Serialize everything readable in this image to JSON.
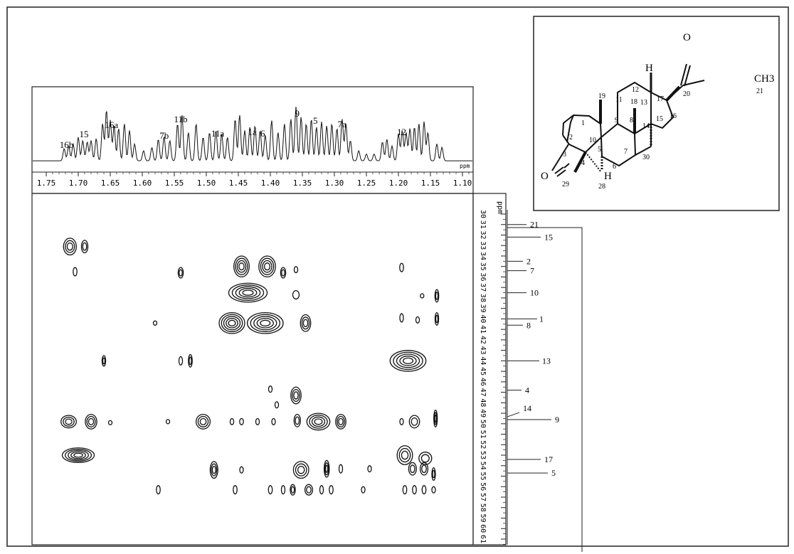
{
  "chart_data": {
    "type": "2D NMR contour (HSQC)",
    "x_axis": {
      "ticks": [
        "1.75",
        "1.70",
        "1.65",
        "1.60",
        "1.55",
        "1.50",
        "1.45",
        "1.40",
        "1.35",
        "1.30",
        "1.25",
        "1.20",
        "1.15",
        "1.10"
      ],
      "unit": "ppm",
      "range": [
        1.08,
        1.78
      ]
    },
    "y_axis": {
      "unit": "ppm",
      "ticks": [
        "30",
        "31",
        "32",
        "33",
        "34",
        "35",
        "36",
        "37",
        "38",
        "39",
        "40",
        "41",
        "42",
        "43",
        "44",
        "45",
        "46",
        "47",
        "48",
        "49",
        "50",
        "51",
        "52",
        "53",
        "54",
        "55",
        "56",
        "57",
        "58",
        "59",
        "60",
        "61"
      ],
      "range": [
        29.5,
        61.5
      ]
    },
    "proton_labels": [
      {
        "label": "16b",
        "ppm": 1.715
      },
      {
        "label": "15",
        "ppm": 1.7
      },
      {
        "label": "16a",
        "ppm": 1.648
      },
      {
        "label": "7b",
        "ppm": 1.568
      },
      {
        "label": "11b",
        "ppm": 1.54
      },
      {
        "label": "11a",
        "ppm": 1.48
      },
      {
        "label": "1a",
        "ppm": 1.428
      },
      {
        "label": "6",
        "ppm": 1.412
      },
      {
        "label": "9",
        "ppm": 1.358
      },
      {
        "label": "5",
        "ppm": 1.332
      },
      {
        "label": "7a",
        "ppm": 1.288
      },
      {
        "label": "12",
        "ppm": 1.195
      }
    ],
    "carbon_labels": [
      {
        "label": "21",
        "ppm": 31.0
      },
      {
        "label": "15",
        "ppm": 32.2
      },
      {
        "label": "2",
        "ppm": 34.5
      },
      {
        "label": "7",
        "ppm": 35.4
      },
      {
        "label": "10",
        "ppm": 37.5
      },
      {
        "label": "1",
        "ppm": 40.0
      },
      {
        "label": "8",
        "ppm": 40.6
      },
      {
        "label": "13",
        "ppm": 44.0
      },
      {
        "label": "4",
        "ppm": 46.8
      },
      {
        "label": "14",
        "ppm": 49.2
      },
      {
        "label": "9",
        "ppm": 49.6
      },
      {
        "label": "17",
        "ppm": 53.4
      },
      {
        "label": "5",
        "ppm": 54.7
      }
    ],
    "cross_peaks": [
      {
        "x": 1.713,
        "y": 33.1,
        "rx": 0.01,
        "ry": 0.8
      },
      {
        "x": 1.69,
        "y": 33.1,
        "rx": 0.005,
        "ry": 0.6
      },
      {
        "x": 1.705,
        "y": 35.5,
        "rx": 0.003,
        "ry": 0.4
      },
      {
        "x": 1.54,
        "y": 35.6,
        "rx": 0.004,
        "ry": 0.5
      },
      {
        "x": 1.445,
        "y": 35.0,
        "rx": 0.012,
        "ry": 1.0
      },
      {
        "x": 1.405,
        "y": 35.0,
        "rx": 0.013,
        "ry": 1.0
      },
      {
        "x": 1.38,
        "y": 35.6,
        "rx": 0.004,
        "ry": 0.5
      },
      {
        "x": 1.36,
        "y": 35.3,
        "rx": 0.002,
        "ry": 0.3
      },
      {
        "x": 1.195,
        "y": 35.1,
        "rx": 0.003,
        "ry": 0.4
      },
      {
        "x": 1.435,
        "y": 37.5,
        "rx": 0.03,
        "ry": 0.9
      },
      {
        "x": 1.36,
        "y": 37.7,
        "rx": 0.005,
        "ry": 0.4
      },
      {
        "x": 1.163,
        "y": 37.8,
        "rx": 0.001,
        "ry": 0.2
      },
      {
        "x": 1.14,
        "y": 37.8,
        "rx": 0.003,
        "ry": 0.6
      },
      {
        "x": 1.58,
        "y": 40.4,
        "rx": 0.001,
        "ry": 0.2
      },
      {
        "x": 1.46,
        "y": 40.4,
        "rx": 0.02,
        "ry": 1.0
      },
      {
        "x": 1.408,
        "y": 40.4,
        "rx": 0.028,
        "ry": 1.0
      },
      {
        "x": 1.345,
        "y": 40.4,
        "rx": 0.008,
        "ry": 0.8
      },
      {
        "x": 1.195,
        "y": 39.9,
        "rx": 0.002,
        "ry": 0.4
      },
      {
        "x": 1.17,
        "y": 40.1,
        "rx": 0.002,
        "ry": 0.3
      },
      {
        "x": 1.14,
        "y": 40.0,
        "rx": 0.001,
        "ry": 0.6
      },
      {
        "x": 1.66,
        "y": 44.0,
        "rx": 0.001,
        "ry": 0.5
      },
      {
        "x": 1.54,
        "y": 44.0,
        "rx": 0.001,
        "ry": 0.4
      },
      {
        "x": 1.525,
        "y": 44.0,
        "rx": 0.003,
        "ry": 0.6
      },
      {
        "x": 1.185,
        "y": 44.0,
        "rx": 0.028,
        "ry": 1.0
      },
      {
        "x": 1.4,
        "y": 46.7,
        "rx": 0.001,
        "ry": 0.3
      },
      {
        "x": 1.36,
        "y": 47.3,
        "rx": 0.008,
        "ry": 0.8
      },
      {
        "x": 1.39,
        "y": 48.2,
        "rx": 0.001,
        "ry": 0.3
      },
      {
        "x": 1.715,
        "y": 49.8,
        "rx": 0.012,
        "ry": 0.6
      },
      {
        "x": 1.68,
        "y": 49.8,
        "rx": 0.009,
        "ry": 0.7
      },
      {
        "x": 1.65,
        "y": 49.9,
        "rx": 0.001,
        "ry": 0.2
      },
      {
        "x": 1.56,
        "y": 49.8,
        "rx": 0.001,
        "ry": 0.2
      },
      {
        "x": 1.505,
        "y": 49.8,
        "rx": 0.011,
        "ry": 0.7
      },
      {
        "x": 1.46,
        "y": 49.8,
        "rx": 0.002,
        "ry": 0.3
      },
      {
        "x": 1.445,
        "y": 49.8,
        "rx": 0.003,
        "ry": 0.3
      },
      {
        "x": 1.42,
        "y": 49.8,
        "rx": 0.002,
        "ry": 0.3
      },
      {
        "x": 1.395,
        "y": 49.8,
        "rx": 0.002,
        "ry": 0.3
      },
      {
        "x": 1.358,
        "y": 49.7,
        "rx": 0.005,
        "ry": 0.6
      },
      {
        "x": 1.325,
        "y": 49.8,
        "rx": 0.018,
        "ry": 0.8
      },
      {
        "x": 1.29,
        "y": 49.8,
        "rx": 0.008,
        "ry": 0.7
      },
      {
        "x": 1.195,
        "y": 49.8,
        "rx": 0.002,
        "ry": 0.3
      },
      {
        "x": 1.175,
        "y": 49.8,
        "rx": 0.008,
        "ry": 0.6
      },
      {
        "x": 1.142,
        "y": 49.5,
        "rx": 0.002,
        "ry": 0.8
      },
      {
        "x": 1.7,
        "y": 53.0,
        "rx": 0.025,
        "ry": 0.7
      },
      {
        "x": 1.19,
        "y": 53.0,
        "rx": 0.012,
        "ry": 0.9
      },
      {
        "x": 1.158,
        "y": 53.3,
        "rx": 0.01,
        "ry": 0.6
      },
      {
        "x": 1.488,
        "y": 54.4,
        "rx": 0.006,
        "ry": 0.8
      },
      {
        "x": 1.445,
        "y": 54.4,
        "rx": 0.002,
        "ry": 0.3
      },
      {
        "x": 1.352,
        "y": 54.4,
        "rx": 0.012,
        "ry": 0.8
      },
      {
        "x": 1.312,
        "y": 54.3,
        "rx": 0.004,
        "ry": 0.8
      },
      {
        "x": 1.29,
        "y": 54.3,
        "rx": 0.001,
        "ry": 0.4
      },
      {
        "x": 1.245,
        "y": 54.3,
        "rx": 0.002,
        "ry": 0.3
      },
      {
        "x": 1.145,
        "y": 54.8,
        "rx": 0.002,
        "ry": 0.6
      },
      {
        "x": 1.178,
        "y": 54.3,
        "rx": 0.006,
        "ry": 0.6
      },
      {
        "x": 1.16,
        "y": 54.3,
        "rx": 0.006,
        "ry": 0.6
      },
      {
        "x": 1.575,
        "y": 56.3,
        "rx": 0.003,
        "ry": 0.4
      },
      {
        "x": 1.455,
        "y": 56.3,
        "rx": 0.003,
        "ry": 0.4
      },
      {
        "x": 1.4,
        "y": 56.3,
        "rx": 0.003,
        "ry": 0.4
      },
      {
        "x": 1.38,
        "y": 56.3,
        "rx": 0.002,
        "ry": 0.4
      },
      {
        "x": 1.365,
        "y": 56.3,
        "rx": 0.004,
        "ry": 0.5
      },
      {
        "x": 1.34,
        "y": 56.3,
        "rx": 0.006,
        "ry": 0.5
      },
      {
        "x": 1.32,
        "y": 56.3,
        "rx": 0.002,
        "ry": 0.4
      },
      {
        "x": 1.305,
        "y": 56.3,
        "rx": 0.003,
        "ry": 0.4
      },
      {
        "x": 1.255,
        "y": 56.3,
        "rx": 0.001,
        "ry": 0.3
      },
      {
        "x": 1.19,
        "y": 56.3,
        "rx": 0.003,
        "ry": 0.4
      },
      {
        "x": 1.175,
        "y": 56.3,
        "rx": 0.003,
        "ry": 0.4
      },
      {
        "x": 1.16,
        "y": 56.3,
        "rx": 0.003,
        "ry": 0.4
      },
      {
        "x": 1.145,
        "y": 56.3,
        "rx": 0.001,
        "ry": 0.3
      }
    ],
    "spectrum_1d": {
      "baseline": 0.02,
      "peaks": [
        {
          "x": 1.722,
          "h": 0.18
        },
        {
          "x": 1.715,
          "h": 0.22
        },
        {
          "x": 1.708,
          "h": 0.25
        },
        {
          "x": 1.7,
          "h": 0.35
        },
        {
          "x": 1.693,
          "h": 0.3
        },
        {
          "x": 1.686,
          "h": 0.28
        },
        {
          "x": 1.68,
          "h": 0.3
        },
        {
          "x": 1.672,
          "h": 0.33
        },
        {
          "x": 1.662,
          "h": 0.55
        },
        {
          "x": 1.656,
          "h": 0.75
        },
        {
          "x": 1.65,
          "h": 0.6
        },
        {
          "x": 1.644,
          "h": 0.52
        },
        {
          "x": 1.637,
          "h": 0.48
        },
        {
          "x": 1.628,
          "h": 0.55
        },
        {
          "x": 1.62,
          "h": 0.45
        },
        {
          "x": 1.612,
          "h": 0.25
        },
        {
          "x": 1.598,
          "h": 0.15
        },
        {
          "x": 1.585,
          "h": 0.2
        },
        {
          "x": 1.575,
          "h": 0.32
        },
        {
          "x": 1.566,
          "h": 0.36
        },
        {
          "x": 1.557,
          "h": 0.3
        },
        {
          "x": 1.545,
          "h": 0.55
        },
        {
          "x": 1.538,
          "h": 0.68
        },
        {
          "x": 1.528,
          "h": 0.42
        },
        {
          "x": 1.516,
          "h": 0.55
        },
        {
          "x": 1.505,
          "h": 0.35
        },
        {
          "x": 1.495,
          "h": 0.42
        },
        {
          "x": 1.485,
          "h": 0.45
        },
        {
          "x": 1.476,
          "h": 0.4
        },
        {
          "x": 1.467,
          "h": 0.35
        },
        {
          "x": 1.455,
          "h": 0.62
        },
        {
          "x": 1.448,
          "h": 0.68
        },
        {
          "x": 1.44,
          "h": 0.45
        },
        {
          "x": 1.432,
          "h": 0.5
        },
        {
          "x": 1.424,
          "h": 0.52
        },
        {
          "x": 1.416,
          "h": 0.45
        },
        {
          "x": 1.408,
          "h": 0.38
        },
        {
          "x": 1.398,
          "h": 0.6
        },
        {
          "x": 1.388,
          "h": 0.42
        },
        {
          "x": 1.378,
          "h": 0.55
        },
        {
          "x": 1.368,
          "h": 0.62
        },
        {
          "x": 1.36,
          "h": 0.8
        },
        {
          "x": 1.352,
          "h": 0.65
        },
        {
          "x": 1.344,
          "h": 0.55
        },
        {
          "x": 1.336,
          "h": 0.62
        },
        {
          "x": 1.328,
          "h": 0.5
        },
        {
          "x": 1.32,
          "h": 0.58
        },
        {
          "x": 1.312,
          "h": 0.52
        },
        {
          "x": 1.304,
          "h": 0.55
        },
        {
          "x": 1.296,
          "h": 0.48
        },
        {
          "x": 1.288,
          "h": 0.62
        },
        {
          "x": 1.282,
          "h": 0.55
        },
        {
          "x": 1.275,
          "h": 0.3
        },
        {
          "x": 1.262,
          "h": 0.15
        },
        {
          "x": 1.25,
          "h": 0.1
        },
        {
          "x": 1.238,
          "h": 0.1
        },
        {
          "x": 1.225,
          "h": 0.28
        },
        {
          "x": 1.218,
          "h": 0.32
        },
        {
          "x": 1.21,
          "h": 0.22
        },
        {
          "x": 1.2,
          "h": 0.4
        },
        {
          "x": 1.194,
          "h": 0.45
        },
        {
          "x": 1.188,
          "h": 0.42
        },
        {
          "x": 1.182,
          "h": 0.48
        },
        {
          "x": 1.175,
          "h": 0.5
        },
        {
          "x": 1.168,
          "h": 0.55
        },
        {
          "x": 1.16,
          "h": 0.58
        },
        {
          "x": 1.154,
          "h": 0.42
        },
        {
          "x": 1.14,
          "h": 0.25
        },
        {
          "x": 1.132,
          "h": 0.2
        }
      ]
    }
  },
  "structure": {
    "atom_labels": [
      "O",
      "20",
      "CH3",
      "21",
      "H",
      "13",
      "17",
      "16",
      "15",
      "12",
      "18",
      "14",
      "11",
      "9",
      "19",
      "8",
      "1",
      "10",
      "30",
      "2",
      "5",
      "7",
      "3",
      "4",
      "6",
      "O",
      "H",
      "29",
      "28"
    ],
    "h_label_top": "H",
    "h_label_bottom": "H",
    "o_top": "O",
    "o_left": "O"
  }
}
